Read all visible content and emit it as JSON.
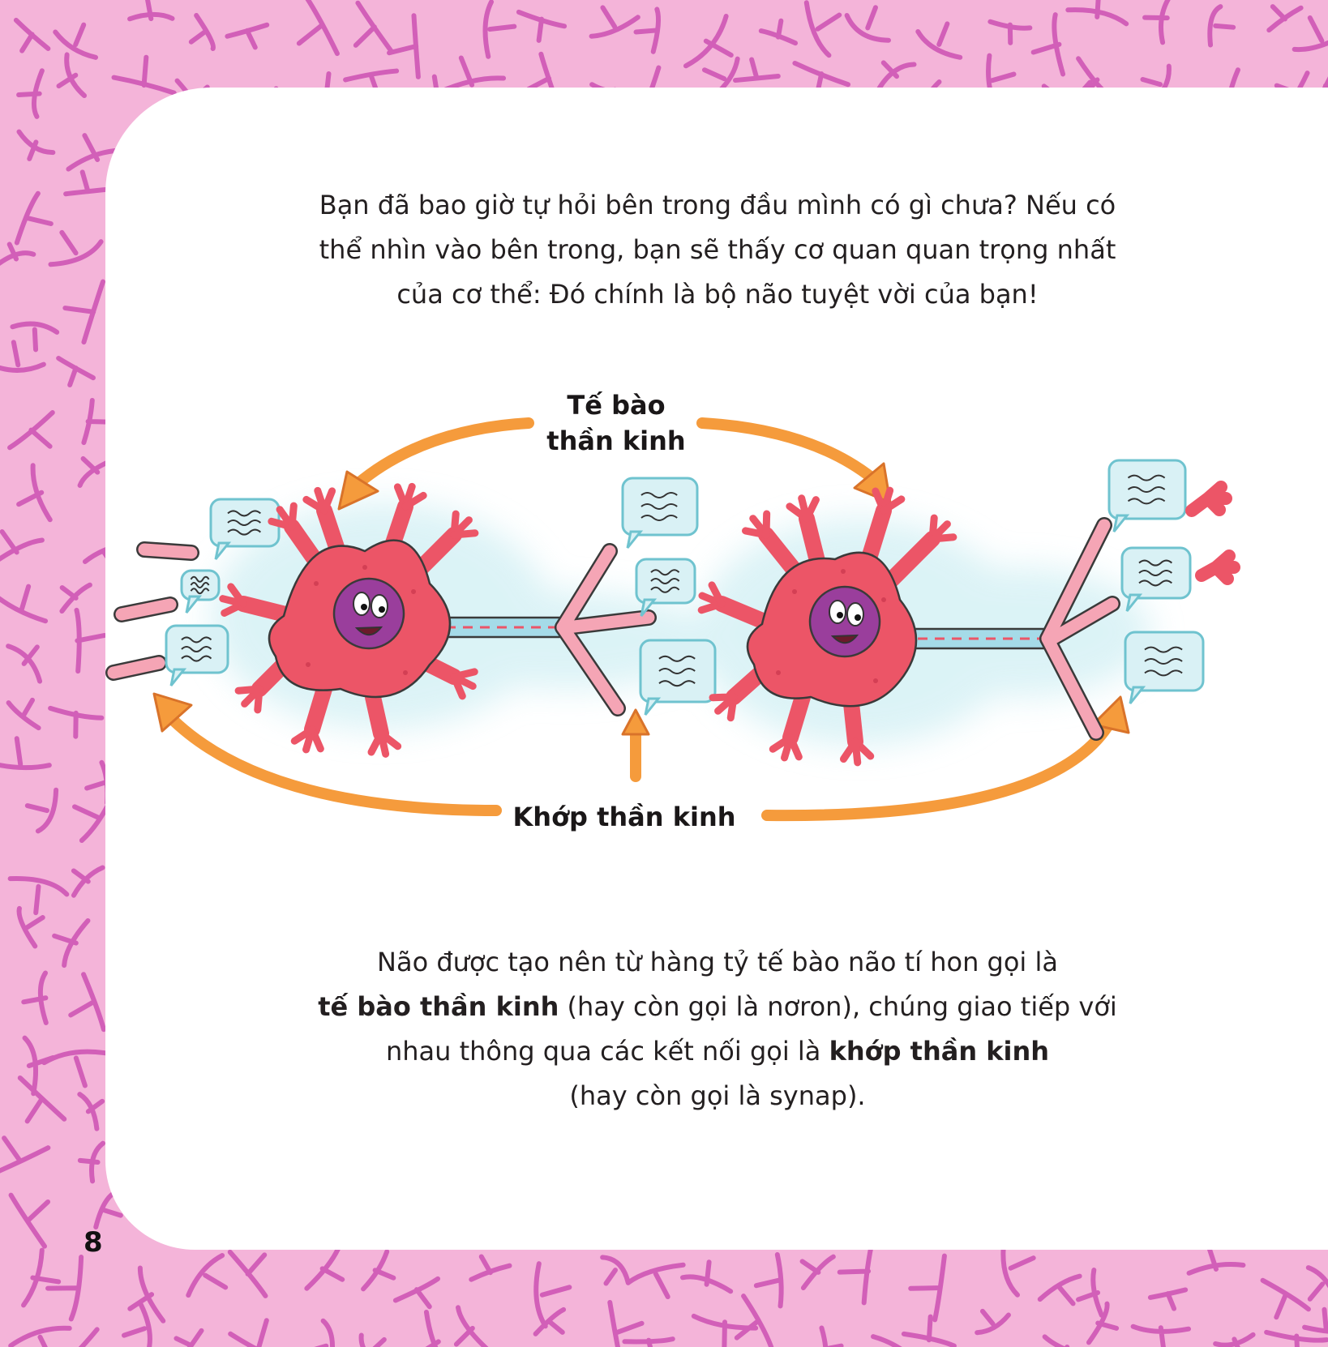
{
  "intro": {
    "lines": [
      "Bạn đã bao giờ tự hỏi bên trong đầu mình có gì chưa? Nếu có",
      "thể nhìn vào bên trong, bạn sẽ thấy cơ quan quan trọng nhất",
      "của cơ thể: Đó chính là bộ não tuyệt vời của bạn!"
    ]
  },
  "diagram": {
    "label_neuron": [
      "Tế bào",
      "thần kinh"
    ],
    "label_synapse": "Khớp thần kinh"
  },
  "outro": {
    "line1": "Não được tạo nên từ hàng tỷ tế bào não tí hon gọi là",
    "line2_bold": "tế bào thần kinh",
    "line2_rest": " (hay còn gọi là nơron), chúng giao tiếp với",
    "line3_start": "nhau thông qua các kết nối gọi là ",
    "line3_bold": "khớp thần kinh",
    "line4": "(hay còn gọi là synap)."
  },
  "page_number": "8",
  "colors": {
    "border_pink": "#f4b4d9",
    "vein_purple": "#d25fb8",
    "neuron_red": "#ec5567",
    "nucleus_purple": "#9a3e9c",
    "arrow_orange": "#f59b3c",
    "bubble_blue": "#d9f1f5",
    "axon_blue": "#a5dbe8",
    "terminal_pink": "#f5a5b5",
    "text_dark": "#231f20"
  }
}
